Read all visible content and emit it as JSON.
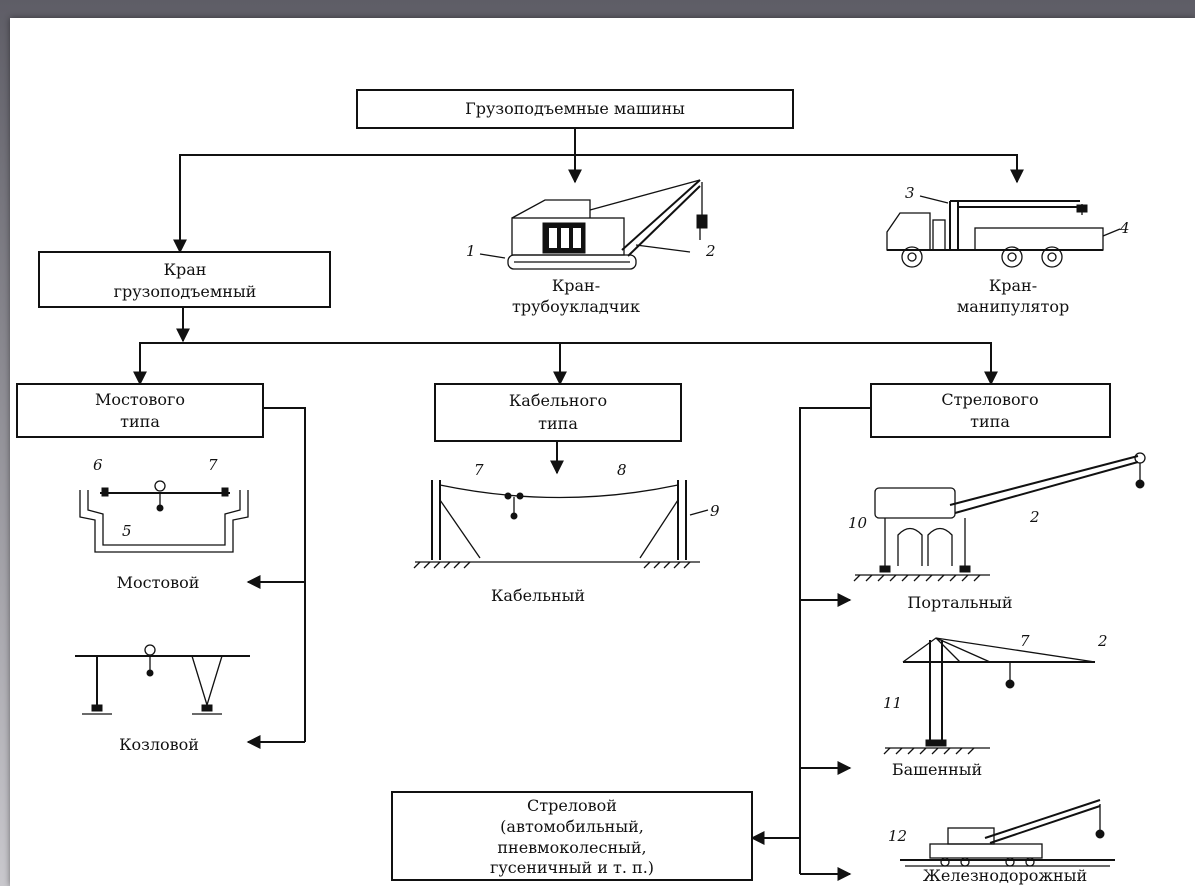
{
  "diagram": {
    "root": "Грузоподъемные машины",
    "crane_lifting": [
      "Кран",
      "грузоподъемный"
    ],
    "pipelayer": [
      "Кран-",
      "трубоукладчик"
    ],
    "manipulator": [
      "Кран-",
      "манипулятор"
    ],
    "bridge_type": [
      "Мостового",
      "типа"
    ],
    "cable_type": [
      "Кабельного",
      "типа"
    ],
    "boom_type": [
      "Стрелового",
      "типа"
    ],
    "bridge_crane": "Мостовой",
    "gantry_crane": "Козловой",
    "cable_crane": "Кабельный",
    "portal_crane": "Портальный",
    "tower_crane": "Башенный",
    "railway_crane": "Железнодорожный",
    "mobile_boom": [
      "Стреловой",
      "(автомобильный,",
      "пневмоколесный,",
      "гусеничный и т. п.)"
    ],
    "numbers": [
      "1",
      "2",
      "3",
      "4",
      "5",
      "6",
      "7",
      "8",
      "9",
      "10",
      "11",
      "12"
    ]
  }
}
